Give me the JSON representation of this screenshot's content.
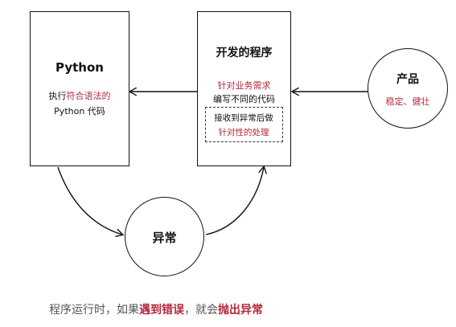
{
  "python_box": {
    "title": "Python",
    "line1_prefix": "执行",
    "line1_highlight": "符合语法的",
    "line2": "Python 代码"
  },
  "program_box": {
    "title": "开发的程序",
    "line1_highlight": "针对业务需求",
    "line2": "编写不同的代码",
    "dashed_line1": "接收到异常后做",
    "dashed_line2_highlight": "针对性的处理"
  },
  "product_circle": {
    "title": "产品",
    "subtitle_highlight": "稳定、健壮"
  },
  "exception_circle": {
    "title": "异常"
  },
  "caption": {
    "prefix": "程序运行时，如果",
    "highlight1": "遇到错误",
    "middle": "，就会",
    "highlight2": "抛出异常"
  },
  "colors": {
    "highlight": "#b3283c",
    "caption_text": "#555555"
  }
}
